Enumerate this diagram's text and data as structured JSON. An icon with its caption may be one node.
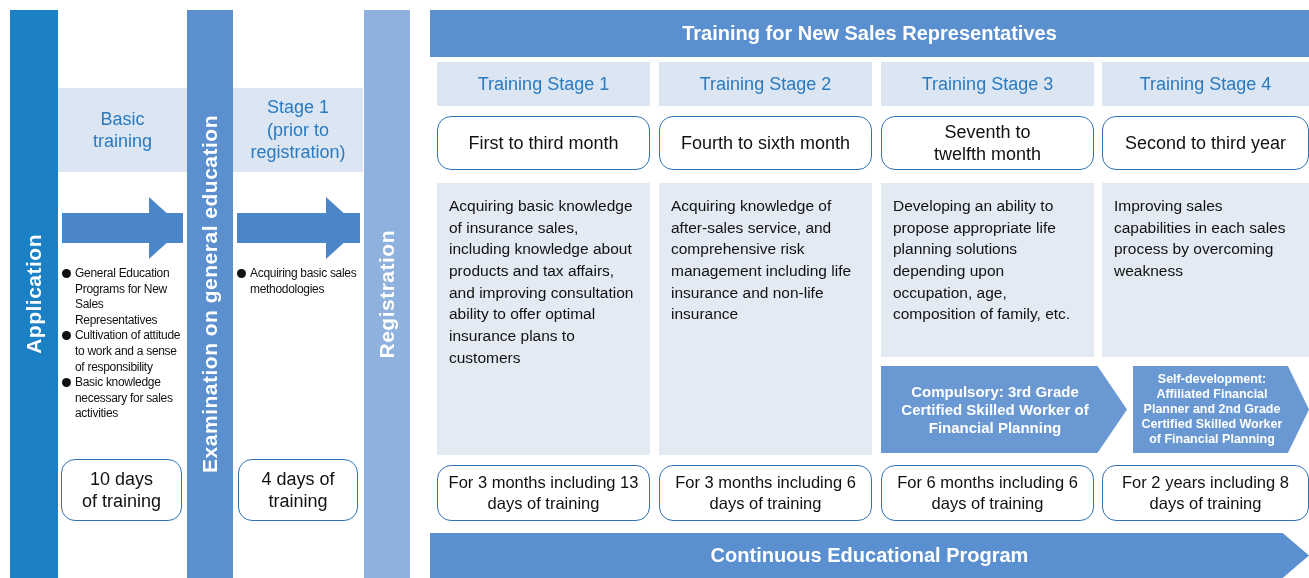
{
  "diagram": {
    "nodes": [
      {
        "text": [
          "Application"
        ]
      },
      {
        "text": [
          "Basic training"
        ]
      },
      {
        "text": [
          "10 days of training"
        ]
      },
      {
        "text": [
          "Examination on general education"
        ]
      },
      {
        "text": [
          "Stage 1 (prior to registration)"
        ]
      },
      {
        "text": [
          "4 days of training"
        ]
      },
      {
        "text": [
          "Registration"
        ]
      },
      {
        "text": [
          "Training for New Sales Representatives"
        ]
      },
      {
        "text": [
          "Training Stage 1"
        ]
      },
      {
        "text": [
          "Training Stage 2"
        ]
      },
      {
        "text": [
          "Training Stage 3"
        ]
      },
      {
        "text": [
          "Training Stage 4"
        ]
      },
      {
        "text": [
          "First to third month"
        ]
      },
      {
        "text": [
          "Fourth to sixth month"
        ]
      },
      {
        "text": [
          "Seventh to twelfth month"
        ]
      },
      {
        "text": [
          "Second to third year"
        ]
      },
      {
        "text": [
          "Acquiring basic knowledge of insurance sales, including knowledge about products and tax affairs, and improving consultation ability to offer optimal insurance plans to customers"
        ]
      },
      {
        "text": [
          "Acquiring knowledge of after-sales service, and comprehensive risk management including life insurance and non-life insurance"
        ]
      },
      {
        "text": [
          "Developing an ability to propose appropriate life planning solutions depending upon occupation, age, composition of family, etc."
        ]
      },
      {
        "text": [
          "Improving sales capabilities in each sales process by overcoming weakness"
        ]
      },
      {
        "text": [
          "Compulsory: 3rd Grade Certified Skilled Worker of Financial Planning"
        ]
      },
      {
        "text": [
          "Self-development: Affiliated Financial Planner and 2nd Grade Certified Skilled Worker of Financial Planning"
        ]
      },
      {
        "text": [
          "For 3 months including 13 days of training"
        ]
      },
      {
        "text": [
          "For 3 months including 6 days of training"
        ]
      },
      {
        "text": [
          "For 6 months including 6 days of training"
        ]
      },
      {
        "text": [
          "For 2 years including 8 days of training"
        ]
      },
      {
        "text": [
          "Continuous Educational Program"
        ]
      }
    ],
    "edges": [
      {
        "from": 0,
        "to": 3,
        "arrow": "to"
      },
      {
        "from": 3,
        "to": 6,
        "arrow": "to"
      }
    ],
    "labels": [
      "General Education Programs for New Sales Representatives",
      "Cultivation of attitude to work and a sense of responsibility",
      "Basic knowledge necessary for sales activities",
      "Acquiring basic sales methodologies"
    ]
  }
}
